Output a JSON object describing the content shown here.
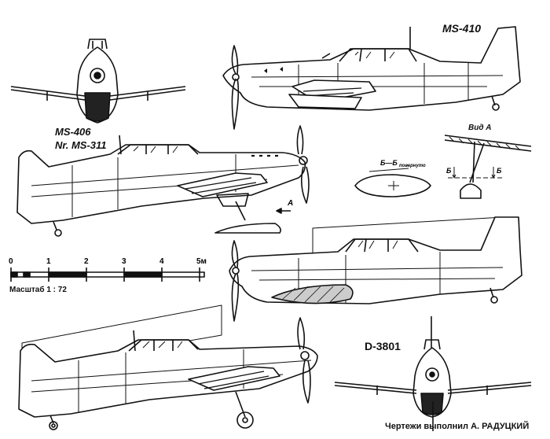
{
  "labels": {
    "ms410": "MS-410",
    "ms406": "MS-406",
    "ms406_nr": "Nr. MS-311",
    "d3801": "D-3801",
    "view_a": "Вид А",
    "section": "Б—Б",
    "section_note": "повернуто",
    "section_mark_left": "Б",
    "section_mark_right": "Б",
    "arrow_a": "А",
    "scale_label": "Масштаб  1 : 72",
    "credit": "Чертежи выполнил А. РАДУЦКИЙ"
  },
  "scale": {
    "ticks": [
      "0",
      "1",
      "2",
      "3",
      "4",
      "5м"
    ]
  }
}
